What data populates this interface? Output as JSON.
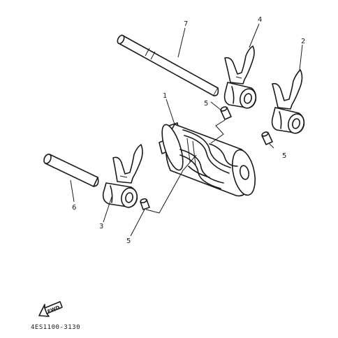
{
  "labels": {
    "shift_cam": "1",
    "shift_fork_r": "2",
    "shift_fork_c": "3",
    "shift_fork_l": "4",
    "guide_bar": "6",
    "shift_fork_guide_bar": "7",
    "pin_a": "5",
    "pin_b": "5",
    "pin_c": "5"
  },
  "fwd_text": "FWD",
  "diagram_code": "4ES1100-3130",
  "colors": {
    "ink": "#1a1a1a",
    "paper": "#ffffff"
  }
}
